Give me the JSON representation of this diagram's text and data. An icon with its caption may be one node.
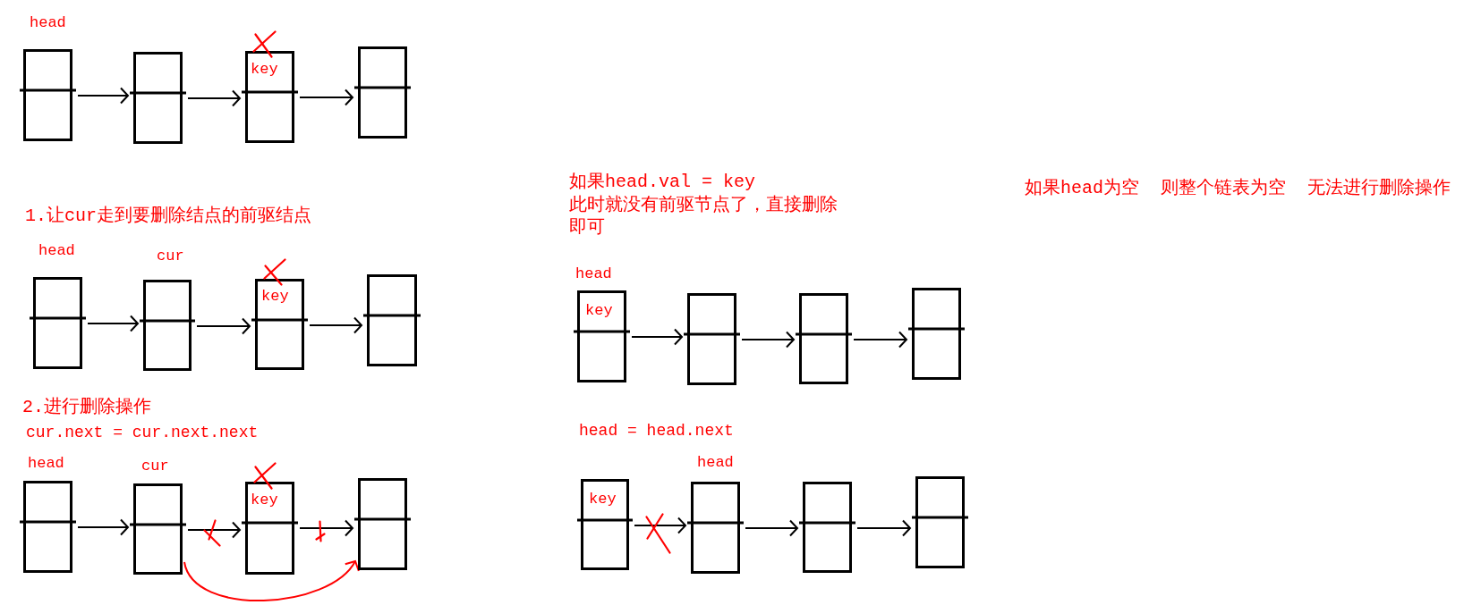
{
  "diagram": {
    "nodes": [
      {
        "text": [],
        "shape": "box",
        "beside": [
          "head"
        ]
      },
      {
        "text": [],
        "shape": "box"
      },
      {
        "text": [
          "key"
        ]
      },
      {
        "text": [],
        "shape": "box"
      },
      {
        "text": [],
        "shape": "box",
        "beside": [
          "head"
        ]
      },
      {
        "text": [],
        "shape": "box",
        "beside": [
          "cur"
        ]
      },
      {
        "text": [
          "key"
        ]
      },
      {
        "text": [],
        "shape": "box"
      },
      {
        "text": [],
        "shape": "box",
        "beside": [
          "head"
        ]
      },
      {
        "text": [],
        "shape": "box",
        "beside": [
          "cur"
        ]
      },
      {
        "text": [
          "key"
        ]
      },
      {
        "text": [],
        "shape": "box"
      },
      {
        "text": [
          "key"
        ],
        "beside": [
          "head"
        ]
      },
      {
        "text": [],
        "shape": "box"
      },
      {
        "text": [],
        "shape": "box"
      },
      {
        "text": [],
        "shape": "box"
      },
      {
        "text": [
          "key"
        ]
      },
      {
        "text": [],
        "shape": "box",
        "beside": [
          "head"
        ]
      },
      {
        "text": [],
        "shape": "box"
      },
      {
        "text": [],
        "shape": "box"
      }
    ],
    "edges": [
      {
        "from": 0,
        "to": 1,
        "arrow": "to"
      },
      {
        "from": 1,
        "to": 2,
        "arrow": "to"
      },
      {
        "from": 2,
        "to": 3,
        "arrow": "to"
      },
      {
        "from": 4,
        "to": 5,
        "arrow": "to"
      },
      {
        "from": 5,
        "to": 6,
        "arrow": "to"
      },
      {
        "from": 6,
        "to": 7,
        "arrow": "to"
      },
      {
        "from": 8,
        "to": 9,
        "arrow": "to"
      },
      {
        "from": 9,
        "to": 10,
        "arrow": "to"
      },
      {
        "from": 10,
        "to": 11,
        "arrow": "to"
      },
      {
        "from": 9,
        "to": 11,
        "arrow": "to",
        "color": "#ff0000"
      },
      {
        "from": 12,
        "to": 13,
        "arrow": "to"
      },
      {
        "from": 13,
        "to": 14,
        "arrow": "to"
      },
      {
        "from": 14,
        "to": 15,
        "arrow": "to"
      },
      {
        "from": 16,
        "to": 17,
        "arrow": "to"
      },
      {
        "from": 17,
        "to": 18,
        "arrow": "to"
      },
      {
        "from": 18,
        "to": 19,
        "arrow": "to"
      }
    ],
    "labels": [
      "1.让cur走到要删除结点的前驱结点",
      "2.进行删除操作",
      "cur.next = cur.next.next",
      "如果head.val = key",
      "此时就没有前驱节点了，直接删除即可",
      "head = head.next",
      "如果head为空  则整个链表为空  无法进行删除操作"
    ]
  }
}
